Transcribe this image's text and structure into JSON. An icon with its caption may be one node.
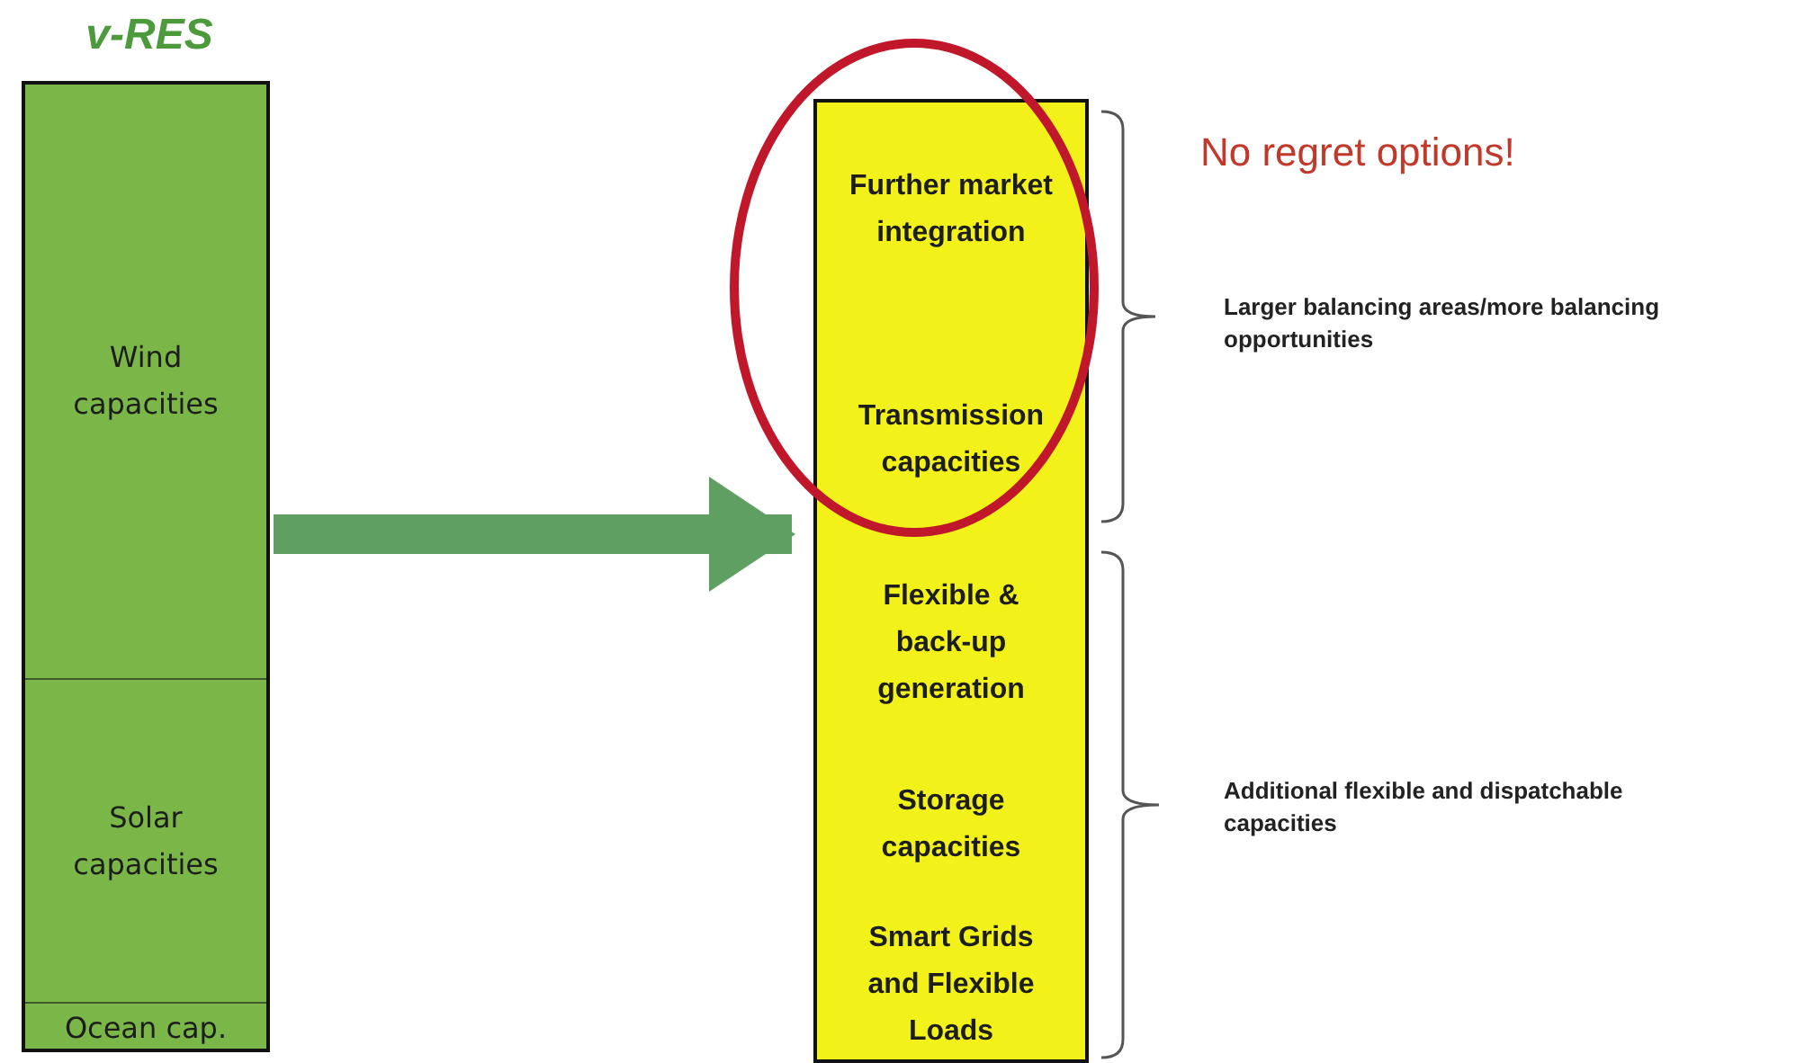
{
  "diagram": {
    "nodes": [
      {
        "text": [
          "v-RES"
        ]
      },
      {
        "text": [
          "Wind capacities"
        ],
        "in": 0
      },
      {
        "text": [
          "Solar capacities"
        ],
        "in": 0
      },
      {
        "text": [
          "Ocean cap."
        ],
        "in": 0
      },
      {
        "text": [
          "Further market integration",
          "Transmission capacities",
          "Flexible & back-up generation",
          "Storage capacities",
          "Smart Grids and Flexible Loads"
        ]
      }
    ],
    "edges": [
      {
        "from": 0,
        "to": 4,
        "arrow": "to"
      }
    ],
    "labels": [
      "No regret options!",
      "Larger balancing areas/more balancing opportunities",
      "Additional flexible and dispatchable capacities"
    ]
  }
}
